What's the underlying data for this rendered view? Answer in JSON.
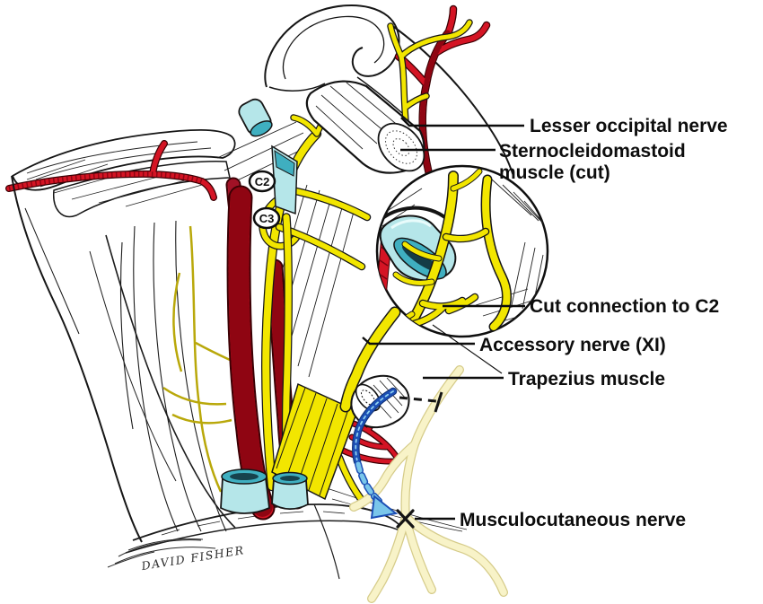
{
  "figure": {
    "labels": {
      "lesser_occipital": "Lesser occipital nerve",
      "scm_line1": "Sternocleidomastoid",
      "scm_line2": "muscle (cut)",
      "cut_connection": "Cut connection to C2",
      "accessory": "Accessory nerve (XI)",
      "trapezius": "Trapezius muscle",
      "musculocutaneous": "Musculocutaneous nerve"
    },
    "badges": {
      "c2": "C2",
      "c3": "C3"
    },
    "signature": "DAVID FISHER",
    "colors": {
      "nerve_yellow": "#F2E600",
      "nerve_pale": "#F8F3C8",
      "nerve_pale_edge": "#D6CC8A",
      "artery_red": "#D41424",
      "artery_dark": "#7A0310",
      "vein_teal": "#B5E6E9",
      "vein_teal_dark": "#3FAFC0",
      "arrow_blue": "#1C4FB5",
      "arrow_light_blue": "#7AC6EA",
      "ink": "#141414"
    }
  }
}
